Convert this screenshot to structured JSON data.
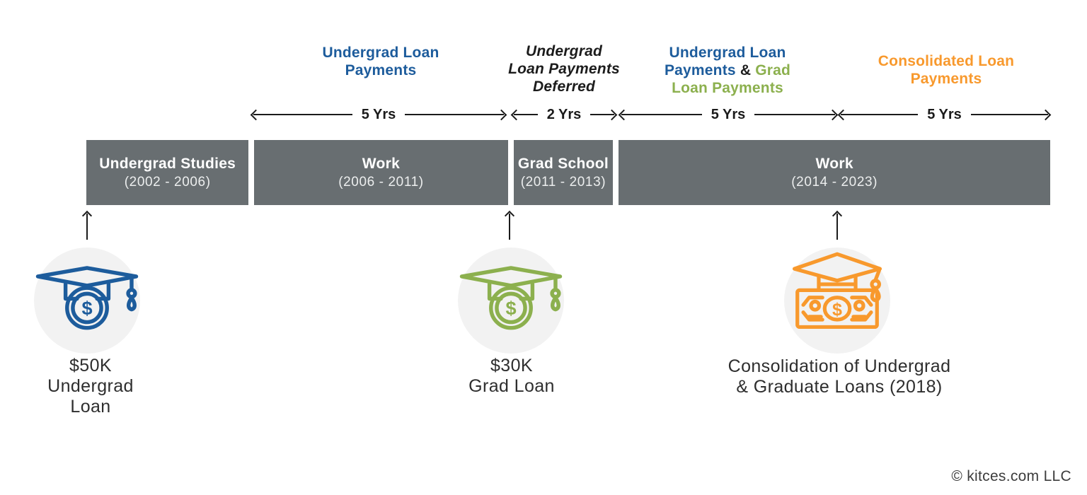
{
  "palette": {
    "blue": "#1d5c9c",
    "green": "#8cb04e",
    "orange": "#f8992d",
    "bar_gray": "#686e71",
    "circle_bg": "#f2f2f2",
    "ink": "#1b1b1b"
  },
  "phases": {
    "p1": {
      "text": "Undergrad Loan Payments"
    },
    "p2": {
      "line1": "Undergrad",
      "line2": "Loan Payments",
      "line3": "Deferred"
    },
    "p3": {
      "blue_part": "Undergrad Loan Payments",
      "amp": " & ",
      "green_part": "Grad Loan Payments"
    },
    "p4": {
      "text": "Consolidated Loan Payments"
    }
  },
  "durations": {
    "d1": "5 Yrs",
    "d2": "2 Yrs",
    "d3": "5 Yrs",
    "d4": "5 Yrs"
  },
  "timeline": {
    "segments": [
      {
        "title": "Undergrad Studies",
        "years": "(2002 - 2006)"
      },
      {
        "title": "Work",
        "years": "(2006 - 2011)"
      },
      {
        "title": "Grad School",
        "years": "(2011 - 2013)"
      },
      {
        "title": "Work",
        "years": "(2014 - 2023)"
      }
    ]
  },
  "milestones": {
    "m1": {
      "icon": "grad-cap-coin-icon",
      "dollar": "$",
      "lines": [
        "$50K",
        "Undergrad",
        "Loan"
      ]
    },
    "m2": {
      "icon": "grad-cap-coin-icon",
      "dollar": "$",
      "lines": [
        "$30K",
        "Grad Loan"
      ]
    },
    "m3": {
      "icon": "banknote-grad-cap-icon",
      "dollar": "$",
      "lines": [
        "Consolidation of Undergrad",
        "& Graduate Loans (2018)"
      ]
    }
  },
  "footer": {
    "copyright": "© kitces.com LLC"
  }
}
